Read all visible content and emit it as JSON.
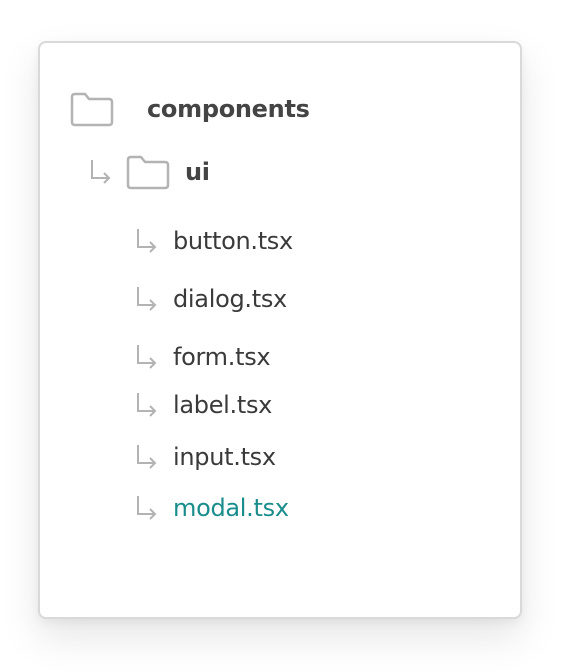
{
  "tree": {
    "root": {
      "label": "components",
      "icon": "folder-icon"
    },
    "subfolder": {
      "label": "ui",
      "icon": "folder-icon"
    },
    "files": [
      {
        "label": "button.tsx",
        "active": false
      },
      {
        "label": "dialog.tsx",
        "active": false
      },
      {
        "label": "form.tsx",
        "active": false
      },
      {
        "label": "label.tsx",
        "active": false
      },
      {
        "label": "input.tsx",
        "active": false
      },
      {
        "label": "modal.tsx",
        "active": true
      }
    ]
  },
  "colors": {
    "text": "#3a3a3a",
    "active": "#1a8c8c",
    "icon": "#b3b3b3",
    "border": "#d9d9d9"
  }
}
